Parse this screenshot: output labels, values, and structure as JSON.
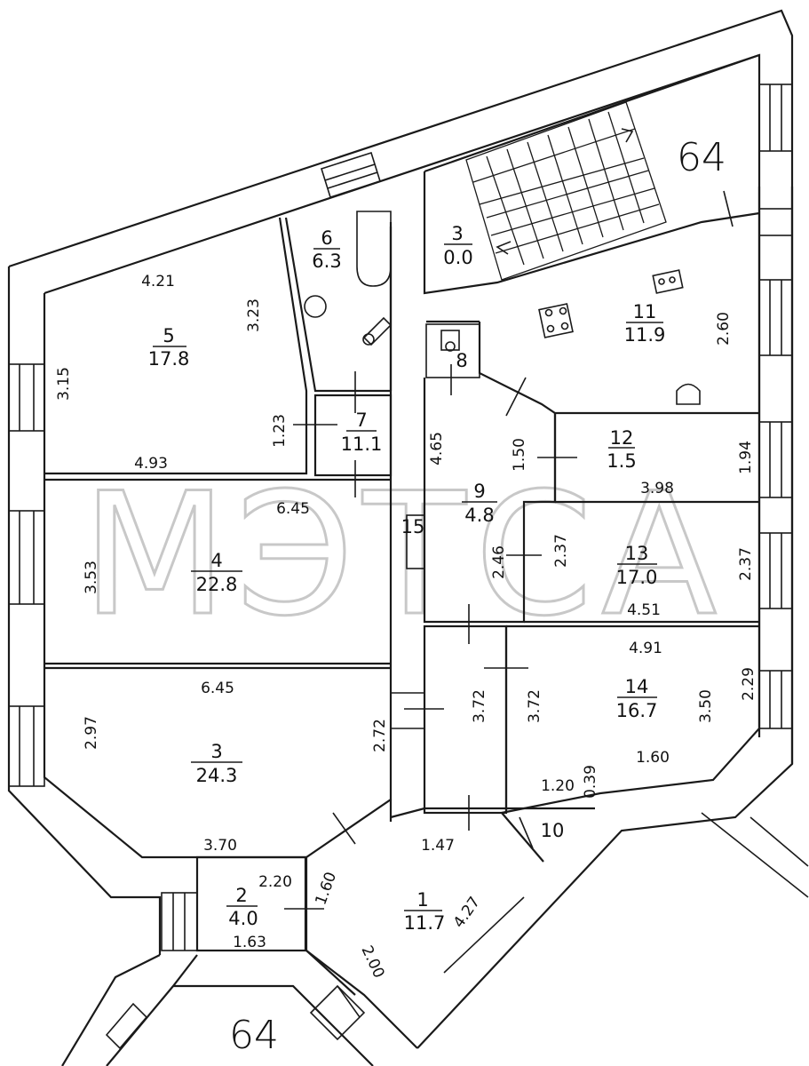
{
  "watermark": "МЭТСА",
  "building_numbers": [
    "64",
    "64"
  ],
  "rooms": [
    {
      "id": "room-5",
      "number": "5",
      "area": "17.8"
    },
    {
      "id": "room-6",
      "number": "6",
      "area": "6.3"
    },
    {
      "id": "room-3-stair",
      "number": "3",
      "area": "0.0"
    },
    {
      "id": "room-11",
      "number": "11",
      "area": "11.9"
    },
    {
      "id": "room-7",
      "number": "7",
      "area": "11.1"
    },
    {
      "id": "room-8",
      "number": "8",
      "area": ""
    },
    {
      "id": "room-12",
      "number": "12",
      "area": "1.5"
    },
    {
      "id": "room-9",
      "number": "9",
      "area": "4.8"
    },
    {
      "id": "room-4",
      "number": "4",
      "area": "22.8"
    },
    {
      "id": "room-13",
      "number": "13",
      "area": "17.0"
    },
    {
      "id": "room-3",
      "number": "3",
      "area": "24.3"
    },
    {
      "id": "room-14",
      "number": "14",
      "area": "16.7"
    },
    {
      "id": "room-15",
      "number": "15",
      "area": ""
    },
    {
      "id": "room-10",
      "number": "10",
      "area": ""
    },
    {
      "id": "room-1",
      "number": "1",
      "area": "11.7"
    },
    {
      "id": "room-2",
      "number": "2",
      "area": "4.0"
    }
  ],
  "dimensions": [
    "4.21",
    "3.23",
    "3.15",
    "1.23",
    "4.93",
    "2.60",
    "4.65",
    "1.50",
    "1.94",
    "3.98",
    "6.45",
    "3.53",
    "2.46",
    "2.37",
    "2.37",
    "4.51",
    "4.91",
    "3.72",
    "3.72",
    "3.50",
    "2.29",
    "6.45",
    "2.97",
    "2.72",
    "1.60",
    "1.20",
    "0.39",
    "3.70",
    "1.47",
    "2.20",
    "1.60",
    "4.27",
    "1.63",
    "2.00"
  ]
}
